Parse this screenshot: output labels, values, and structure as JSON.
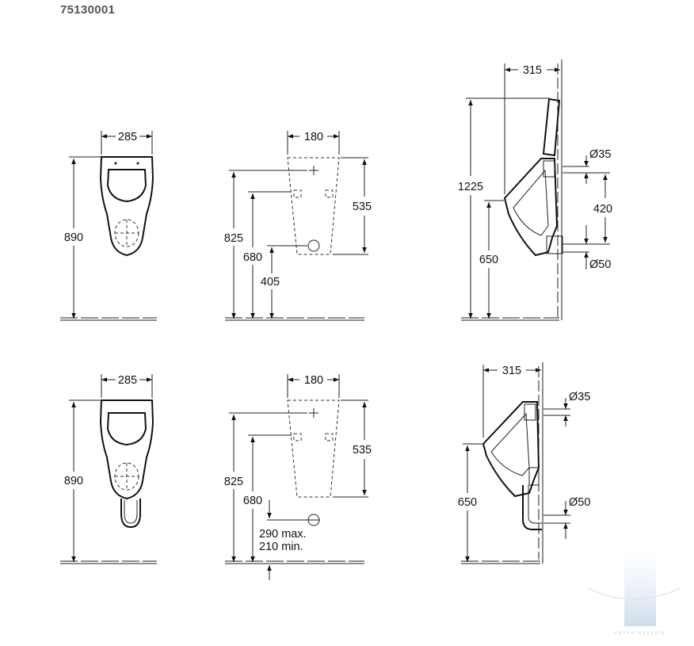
{
  "product_code": "75130001",
  "views": {
    "top_front": {
      "width": "285",
      "height": "890"
    },
    "top_mount": {
      "width": "180",
      "height_tank": "535",
      "h825": "825",
      "h680": "680",
      "h405": "405"
    },
    "top_side": {
      "depth": "315",
      "height_top": "1225",
      "d35": "Ø35",
      "h420": "420",
      "h650": "650",
      "d50": "Ø50"
    },
    "bottom_front": {
      "width": "285",
      "height": "890"
    },
    "bottom_mount": {
      "width": "180",
      "height_tank": "535",
      "h825": "825",
      "h680": "680",
      "max": "290 max.",
      "min": "210 min."
    },
    "bottom_side": {
      "depth": "315",
      "d35": "Ø35",
      "h650": "650",
      "d50": "Ø50"
    }
  },
  "watermark": "vannu pasaule",
  "colors": {
    "line": "#222222",
    "watermark": "#c8d4e0",
    "code": "#555555"
  }
}
